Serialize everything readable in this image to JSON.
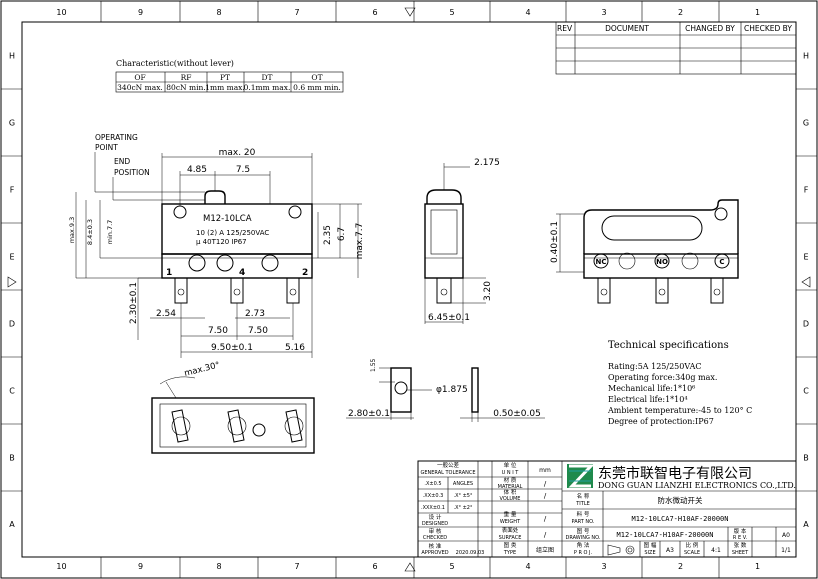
{
  "border": {
    "cols": [
      "10",
      "9",
      "8",
      "7",
      "6",
      "5",
      "4",
      "3",
      "2",
      "1"
    ],
    "rows": [
      "H",
      "G",
      "F",
      "E",
      "D",
      "C",
      "B",
      "A"
    ]
  },
  "revision_table": {
    "headers": [
      "REV",
      "DOCUMENT",
      "CHANGED BY",
      "CHECKED BY"
    ]
  },
  "characteristic": {
    "title": "Characteristic(without lever)",
    "headers": [
      "OF",
      "RF",
      "PT",
      "DT",
      "OT"
    ],
    "values": [
      "340cN max.",
      "80cN min.",
      "1mm max.",
      "0.1mm max.",
      "0.6 mm min."
    ]
  },
  "front_view": {
    "operating_point": "OPERATING\nPOINT",
    "op_line1": "OPERATING",
    "op_line2": "POINT",
    "end_line1": "END",
    "end_line2": "POSITION",
    "model": "M12-10LCA",
    "rating": "10 (2) A  125/250VAC",
    "cert": "μ  40T120  IP67",
    "term1": "1",
    "term4": "4",
    "term2": "2",
    "dims": {
      "max20": "max. 20",
      "d485": "4.85",
      "d75": "7.5",
      "d235": "2.35",
      "d67": "6.7",
      "max77": "max.7.7",
      "max93": "max.9.3",
      "d84": "8.4±0.3",
      "min77": "min.7.7",
      "d23": "2.30±0.1",
      "d254": "2.54",
      "d273": "2.73",
      "d750a": "7.50",
      "d750b": "7.50",
      "d95": "9.50±0.1",
      "d516": "5.16"
    }
  },
  "side_view": {
    "d2175": "2.175",
    "d320": "3.20",
    "d645": "6.45±0.1"
  },
  "right_view": {
    "d040": "0.40±0.1",
    "nc": "NC",
    "no": "NO",
    "c": "C"
  },
  "bottom_view": {
    "max30": "max.30°"
  },
  "pin_detail": {
    "d155": "1.55",
    "dia": "φ1.875",
    "d280": "2.80±0.1",
    "d050": "0.50±0.05"
  },
  "tech_specs": {
    "title": "Technical specifications",
    "lines": [
      "Rating:5A 125/250VAC",
      "Operating force:340g max.",
      "Mechanical life:1*10⁶",
      "Electrical life:1*10⁴",
      "Ambient temperature:-45 to 120° C",
      "Degree of protection:IP67"
    ]
  },
  "title_block": {
    "tol_title": "一般公差",
    "tol_sub": "GENERAL TOLERANCE",
    "tol_rows": [
      [
        ".X±0.5",
        "ANGLES"
      ],
      [
        ".XX±0.3",
        ".X° ±5°"
      ],
      [
        ".XXX±0.1",
        ".X° ±2°"
      ]
    ],
    "designed_cn": "设 计",
    "designed_en": "DESIGNED",
    "checked_cn": "审 核",
    "checked_en": "CHECKED",
    "approved_cn": "核 准",
    "approved_en": "APPROVED",
    "date": "2020.09.03",
    "unit_cn": "单 位",
    "unit_en": "U N I T",
    "unit_val": "mm",
    "material_cn": "材 质",
    "material_en": "MATERIAL",
    "volume_cn": "体 积",
    "volume_en": "VOLUME",
    "weight_cn": "重 量",
    "weight_en": "WEIGHT",
    "surface_cn": "表面处",
    "surface_en": "SURFACE",
    "type_cn": "图 类",
    "type_en": "TYPE",
    "type_val": "组立图",
    "slash": "/",
    "company_cn": "东莞市联智电子有限公司",
    "company_en": "DONG GUAN LIANZHI ELECTRONICS CO.,LTD.",
    "name_cn": "名 称",
    "name_en": "TITLE",
    "name_val": "防水微动开关",
    "part_cn": "料 号",
    "part_en": "PART NO.",
    "part_val": "M12-10LCA7-H10AF-20000N",
    "drawing_cn": "图 号",
    "drawing_en": "DRAWING NO.",
    "drawing_val": "M12-10LCA7-H10AF-20000N",
    "rev_cn": "版 本",
    "rev_en": "R E V.",
    "rev_val": "A0",
    "proj_cn": "角 法",
    "proj_en": "P R O J.",
    "size_cn": "图 幅",
    "size_en": "SIZE",
    "size_val": "A3",
    "scale_cn": "比 例",
    "scale_en": "SCALE",
    "scale_val": "4:1",
    "sheet_cn": "张 数",
    "sheet_en": "SHEET",
    "sheet_val": "1/1"
  },
  "colors": {
    "logo_green": "#1f8a4c",
    "logo_teal": "#22a0a0"
  }
}
